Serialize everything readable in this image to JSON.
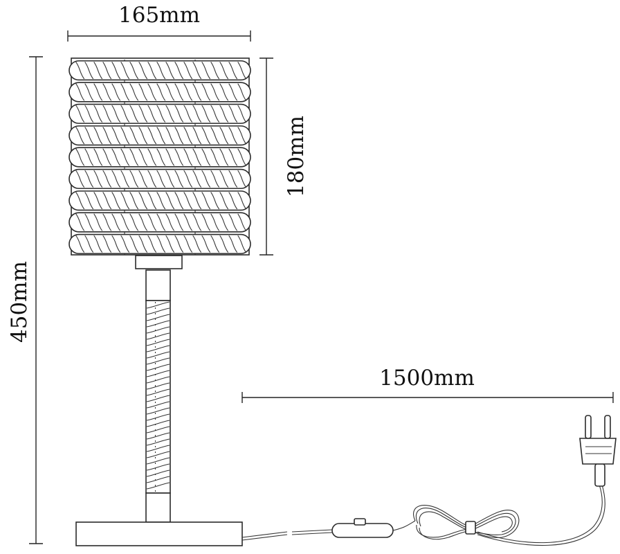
{
  "dimensions": {
    "width_label": "165mm",
    "shade_height_label": "180mm",
    "total_height_label": "450mm",
    "cable_length_label": "1500mm"
  },
  "figure": {
    "subject": "table-lamp",
    "shade_rope_turns": 9
  }
}
